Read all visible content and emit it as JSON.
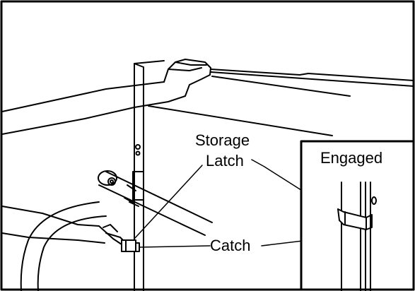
{
  "labels": {
    "storage": "Storage",
    "latch": "Latch",
    "catch": "Catch",
    "engaged": "Engaged"
  },
  "colors": {
    "ink": "#000000",
    "paper": "#ffffff"
  }
}
